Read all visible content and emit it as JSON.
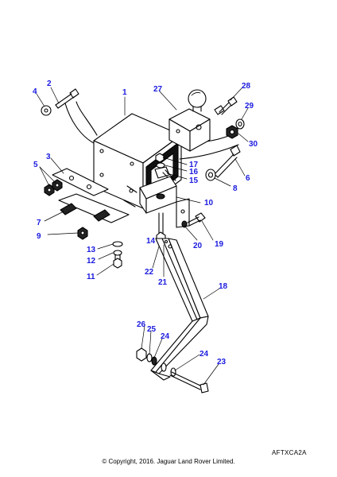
{
  "diagram_code": "AFTXCA2A",
  "copyright": "© Copyright, 2016. Jaguar Land Rover Limited.",
  "label_color": "#1a1adf",
  "callouts": [
    "1",
    "2",
    "3",
    "4",
    "5",
    "6",
    "7",
    "8",
    "9",
    "10",
    "11",
    "12",
    "13",
    "14",
    "15",
    "16",
    "17",
    "18",
    "19",
    "20",
    "21",
    "22",
    "23",
    "24",
    "24",
    "25",
    "26",
    "27",
    "28",
    "29",
    "30"
  ]
}
